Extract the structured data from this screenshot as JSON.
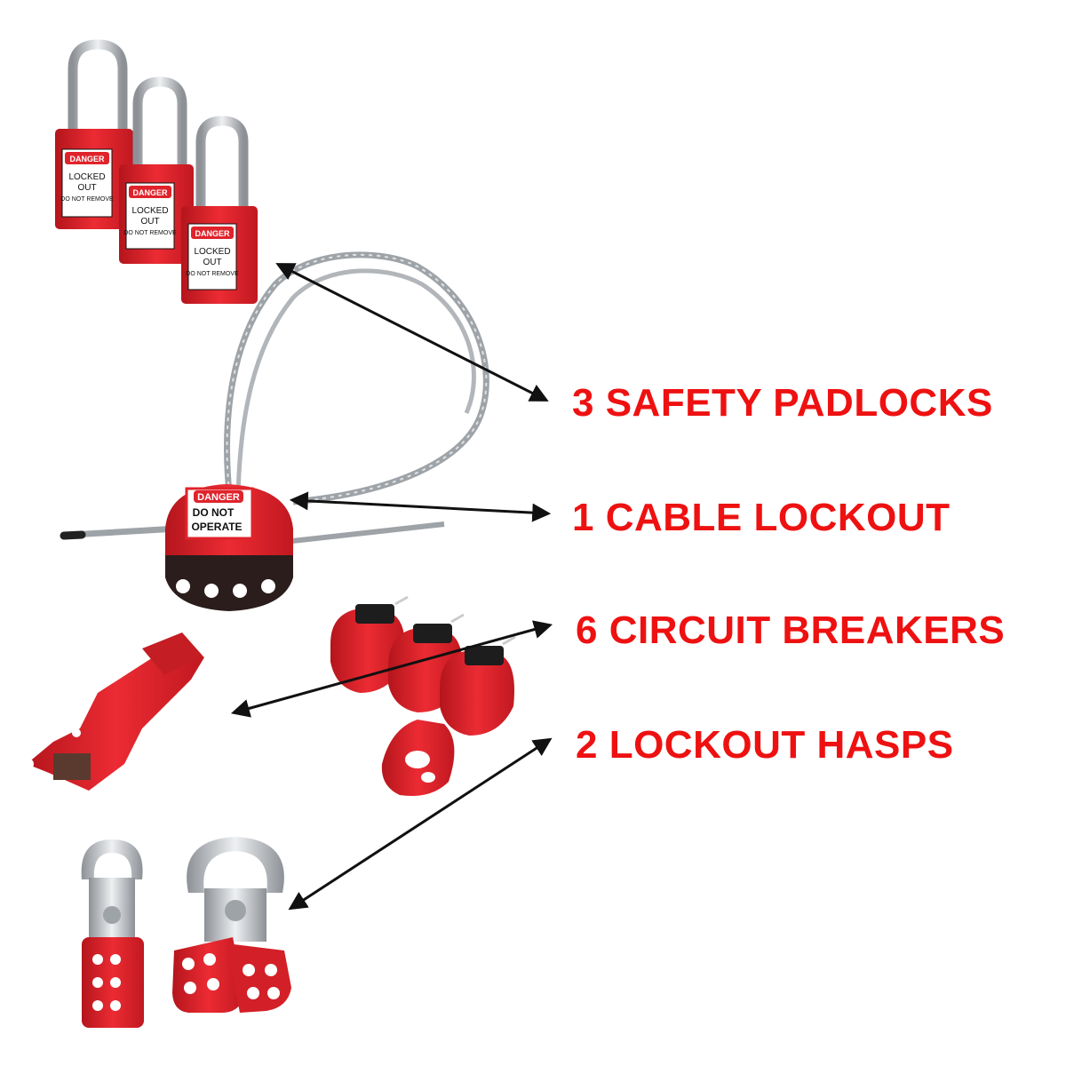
{
  "colors": {
    "callout_text": "#ee1111",
    "lock_red": "#e0232b",
    "arrow": "#111111",
    "steel": "#c7c9cc",
    "cable": "#9ea3a8",
    "dark": "#2b1d1c"
  },
  "callouts": {
    "padlocks": "3 SAFETY PADLOCKS",
    "cable_lockout": "1 CABLE LOCKOUT",
    "circuit_breakers": "6 CIRCUIT BREAKERS",
    "lockout_hasps": "2 LOCKOUT HASPS"
  },
  "padlock_tag": {
    "header": "DANGER",
    "line1": "LOCKED",
    "line2": "OUT",
    "line3": "DO NOT REMOVE"
  },
  "cable_tag": {
    "header": "DANGER",
    "line1": "DO NOT",
    "line2": "OPERATE"
  },
  "icons": {
    "padlock": "padlock-icon",
    "cable": "cable-lockout-icon",
    "breaker": "circuit-breaker-lockout-icon",
    "hasp": "lockout-hasp-icon",
    "arrow": "double-arrow-icon"
  }
}
